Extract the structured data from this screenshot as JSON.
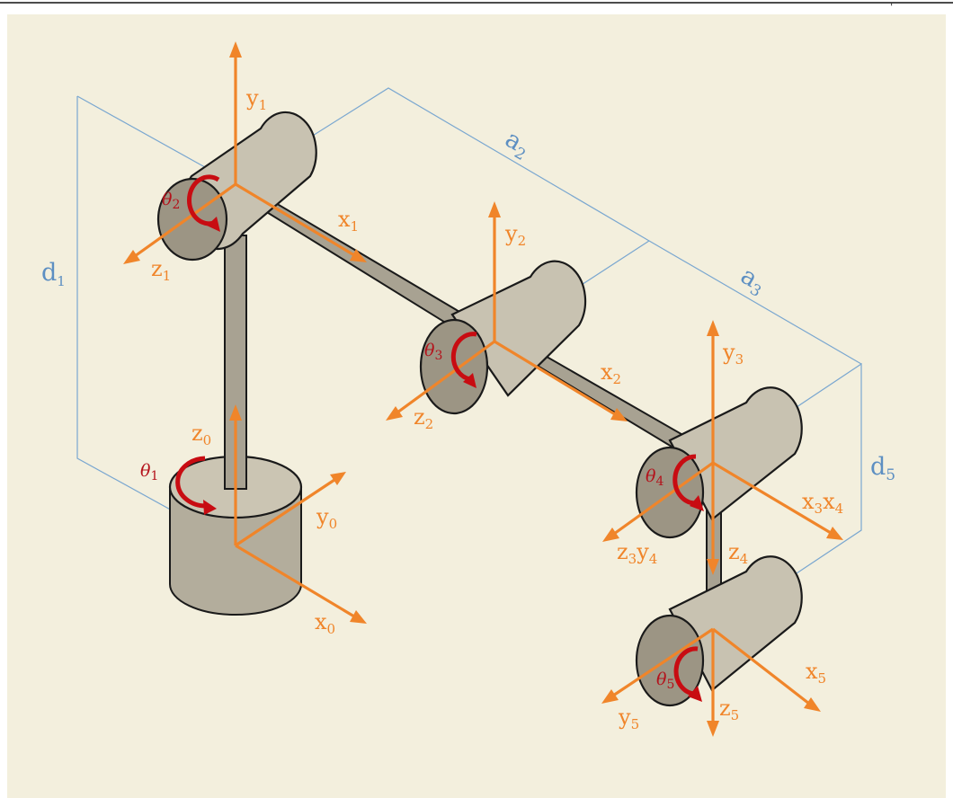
{
  "colors": {
    "background": "#f3efdd",
    "axis": "#f0852a",
    "dimension": "#5d8fc2",
    "rotation": "#c80c12",
    "body": "#c8c2b1"
  },
  "corner_mark": "'",
  "dimensions": {
    "d1": {
      "base": "d",
      "sub": "1"
    },
    "d5": {
      "base": "d",
      "sub": "5"
    },
    "a2": {
      "base": "a",
      "sub": "2"
    },
    "a3": {
      "base": "a",
      "sub": "3"
    }
  },
  "axes": {
    "x0": {
      "base": "x",
      "sub": "0"
    },
    "y0": {
      "base": "y",
      "sub": "0"
    },
    "z0": {
      "base": "z",
      "sub": "0"
    },
    "x1": {
      "base": "x",
      "sub": "1"
    },
    "y1": {
      "base": "y",
      "sub": "1"
    },
    "z1": {
      "base": "z",
      "sub": "1"
    },
    "x2": {
      "base": "x",
      "sub": "2"
    },
    "y2": {
      "base": "y",
      "sub": "2"
    },
    "z2": {
      "base": "z",
      "sub": "2"
    },
    "y3": {
      "base": "y",
      "sub": "3"
    },
    "x3x4": {
      "b1": "x",
      "s1": "3",
      "b2": "x",
      "s2": "4"
    },
    "z3y4": {
      "b1": "z",
      "s1": "3",
      "b2": "y",
      "s2": "4"
    },
    "z4": {
      "base": "z",
      "sub": "4"
    },
    "x5": {
      "base": "x",
      "sub": "5"
    },
    "y5": {
      "base": "y",
      "sub": "5"
    },
    "z5": {
      "base": "z",
      "sub": "5"
    }
  },
  "joints": {
    "theta1": {
      "base": "θ",
      "sub": "1"
    },
    "theta2": {
      "base": "θ",
      "sub": "2"
    },
    "theta3": {
      "base": "θ",
      "sub": "3"
    },
    "theta4": {
      "base": "θ",
      "sub": "4"
    },
    "theta5": {
      "base": "θ",
      "sub": "5"
    }
  }
}
